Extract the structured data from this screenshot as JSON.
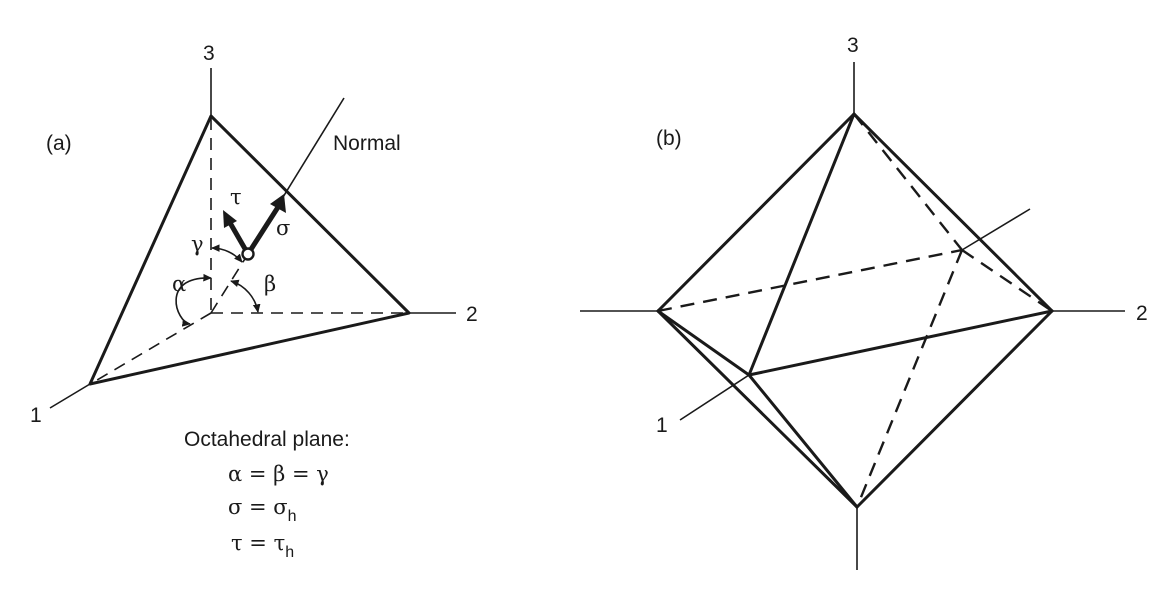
{
  "panel_a": {
    "tag": "(a)",
    "axes": {
      "axis1": "1",
      "axis2": "2",
      "axis3": "3"
    },
    "normal_label": "Normal",
    "vector_labels": {
      "tau": "τ",
      "sigma": "σ"
    },
    "angle_labels": {
      "alpha": "α",
      "beta": "β",
      "gamma": "γ"
    },
    "caption": {
      "title": "Octahedral plane:",
      "eq1": "α = β = γ",
      "eq2_main": "σ = σ",
      "eq2_sub": "h",
      "eq3_main": "τ = τ",
      "eq3_sub": "h"
    }
  },
  "panel_b": {
    "tag": "(b)",
    "axes": {
      "axis1": "1",
      "axis2": "2",
      "axis3": "3"
    }
  }
}
